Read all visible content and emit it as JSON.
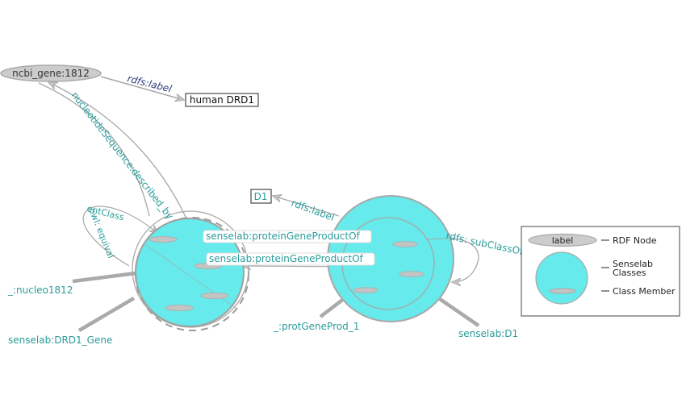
{
  "colors": {
    "class_fill": "#66eaeb",
    "edge": "#a8a8a8",
    "node_fill": "#cccccc",
    "teal_text": "#2a9d9a",
    "navy_text": "#2f3a7a"
  },
  "nodes": {
    "ncbi_gene": "ncbi_gene:1812",
    "human_drd1": "human DRD1",
    "d1_literal": "D1",
    "nucleo": "_:nucleo1812",
    "drd1_gene": "senselab:DRD1_Gene",
    "prot_gene_prod": "_:protGeneProd_1",
    "senselab_d1": "senselab:D1"
  },
  "edges": {
    "rdfs_label_1": "rdfs:label",
    "nucleotide_seq": "nucleotideSequence:described_by",
    "owl_equiv": "owl:equivalentClass",
    "owl_part1": "owl: equival",
    "owl_part2": "entClass",
    "protein_gene_1": "senselab:proteinGeneProductOf",
    "protein_gene_2": "senselab:proteinGeneProductOf",
    "rdfs_label_2": "rdfs:label",
    "subclass": "rdfs: subClassOf"
  },
  "legend": {
    "node_label": "label",
    "rdf_node": "RDF Node",
    "senselab_classes_1": "Senselab",
    "senselab_classes_2": "Classes",
    "class_member": "Class Member"
  }
}
